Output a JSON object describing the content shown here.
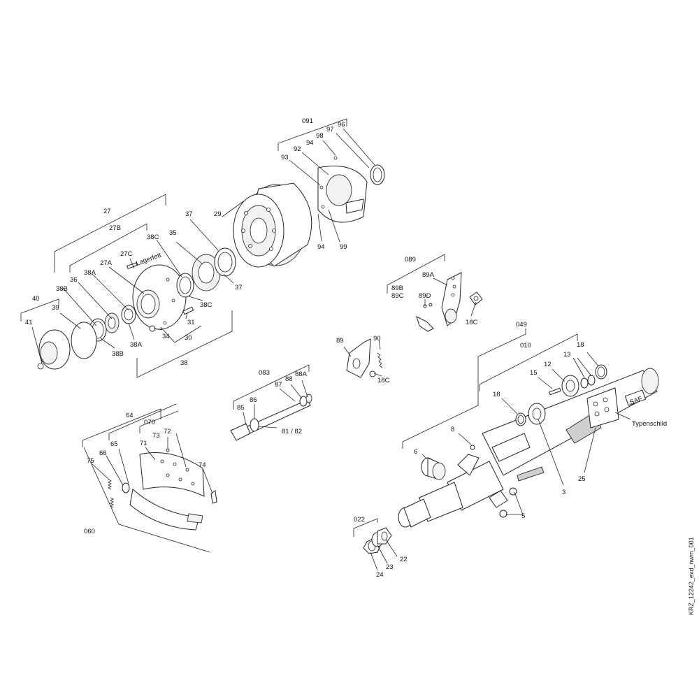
{
  "drawing_id": "KRZ_12242_exd_nwm_001",
  "nameplate_text": "Typenschild",
  "grease_text": "Lagerfett",
  "brand_mark": "SAF",
  "labels": {
    "l091": "091",
    "l96": "96",
    "l97": "97",
    "l98": "98",
    "l94a": "94",
    "l92": "92",
    "l93": "93",
    "l94b": "94",
    "l99": "99",
    "l29": "29",
    "l27": "27",
    "l27B": "27B",
    "l37a": "37",
    "l37b": "37",
    "l38C_a": "38C",
    "l35": "35",
    "l27C": "27C",
    "l27A": "27A",
    "l38A_a": "38A",
    "l36": "36",
    "l38B_a": "38B",
    "l40": "40",
    "l39": "39",
    "l41": "41",
    "l38B_b": "38B",
    "l38A_b": "38A",
    "l34": "34",
    "l31": "31",
    "l38C_b": "38C",
    "l30": "30",
    "l38": "38",
    "l089": "089",
    "l89A": "89A",
    "l89B": "89B",
    "l89C": "89C",
    "l89D": "89D",
    "l18C_a": "18C",
    "l89": "89",
    "l90": "90",
    "l18C_b": "18C",
    "l083": "083",
    "l88A": "88A",
    "l88": "88",
    "l87": "87",
    "l86": "86",
    "l85": "85",
    "l8182": "81 / 82",
    "l049": "049",
    "l010": "010",
    "l13": "13",
    "l18a": "18",
    "l15": "15",
    "l12": "12",
    "l18b": "18",
    "l8": "8",
    "l6": "6",
    "l3": "3",
    "l25": "25",
    "l5": "5",
    "l022": "022",
    "l22": "22",
    "l23": "23",
    "l24": "24",
    "l64": "64",
    "l070": "070",
    "l73": "73",
    "l72": "72",
    "l65": "65",
    "l71": "71",
    "l66": "66",
    "l75": "75",
    "l74": "74",
    "l060": "060"
  }
}
